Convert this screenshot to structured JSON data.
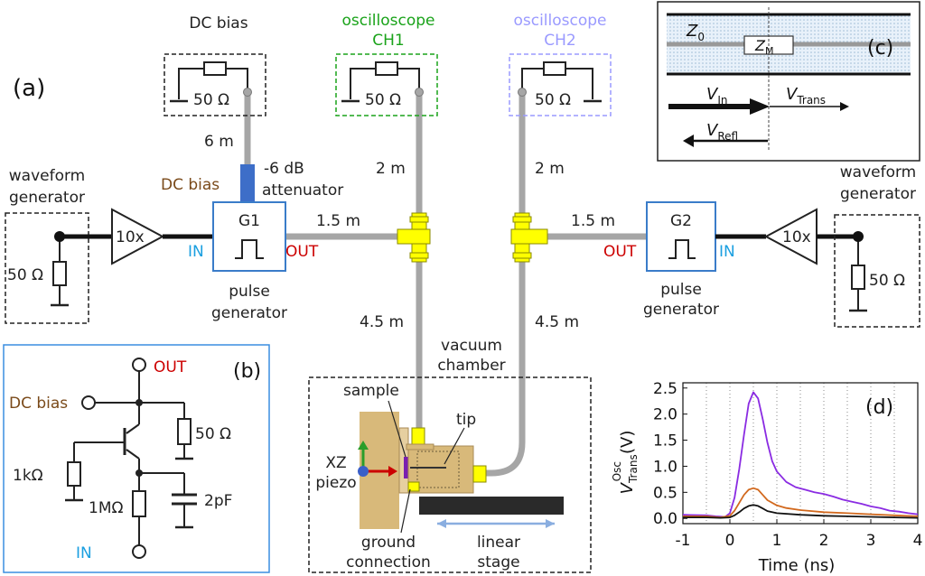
{
  "panel_labels": {
    "a": "(a)",
    "b": "(b)",
    "c": "(c)",
    "d": "(d)"
  },
  "colors": {
    "cable": "#a6a6a6",
    "connector": "#ffff00",
    "generator_box": "#3a7cc9",
    "green": "#1aa31a",
    "lavender": "#9a9aff",
    "red": "#cc0000",
    "cyan": "#1a9fe0",
    "brown": "#7a4a1a",
    "attenuator": "#3d6ec8",
    "sample_block": "#d8b97a",
    "stage": "#2a2a2a"
  },
  "panel_a": {
    "dc_bias_top": "DC bias",
    "osc_ch1_line1": "oscilloscope",
    "osc_ch1_line2": "CH1",
    "osc_ch2_line1": "oscilloscope",
    "osc_ch2_line2": "CH2",
    "resistor_50": "50 Ω",
    "len_6m": "6 m",
    "len_2m_left": "2 m",
    "len_2m_right": "2 m",
    "len_1_5m_left": "1.5 m",
    "len_1_5m_right": "1.5 m",
    "len_4_5m_left": "4.5 m",
    "len_4_5m_right": "4.5 m",
    "attenuator_value": "-6 dB",
    "attenuator_label": "attenuator",
    "dc_bias_side": "DC bias",
    "wf_gen_left_1": "waveform",
    "wf_gen_left_2": "generator",
    "wf_gen_right_1": "waveform",
    "wf_gen_right_2": "generator",
    "amp_gain": "10x",
    "g1": "G1",
    "g2": "G2",
    "in_label": "IN",
    "out_label": "OUT",
    "pulse_gen_1": "pulse",
    "pulse_gen_2": "generator",
    "vacuum_1": "vacuum",
    "vacuum_2": "chamber",
    "sample": "sample",
    "tip": "tip",
    "xz_1": "XZ",
    "xz_2": "piezo",
    "ground_1": "ground",
    "ground_2": "connection",
    "linear_1": "linear",
    "linear_2": "stage"
  },
  "panel_b": {
    "out": "OUT",
    "in": "IN",
    "dc_bias": "DC bias",
    "r50": "50 Ω",
    "r1k": "1kΩ",
    "r1m": "1MΩ",
    "c2p": "2pF"
  },
  "panel_c": {
    "z0": "Z",
    "z0_sub": "0",
    "zm": "Z",
    "zm_sub": "M",
    "v_in": "V",
    "v_in_sub": "In",
    "v_trans": "V",
    "v_trans_sub": "Trans",
    "v_refl": "V",
    "v_refl_sub": "Refl"
  },
  "chart_data": {
    "type": "line",
    "title": "",
    "xlabel": "Time (ns)",
    "ylabel": "V",
    "ylabel_sup": "Osc",
    "ylabel_sub": "Trans",
    "ylabel_unit": "(V)",
    "xlim": [
      -1,
      4
    ],
    "ylim": [
      -0.1,
      2.6
    ],
    "xticks": [
      -1,
      0,
      1,
      2,
      3,
      4
    ],
    "xtick_labels": [
      "-1",
      "0",
      "1",
      "2",
      "3",
      "4"
    ],
    "yticks": [
      0.0,
      0.5,
      1.0,
      1.5,
      2.0,
      2.5
    ],
    "ytick_labels": [
      "0.0",
      "0.5",
      "1.0",
      "1.5",
      "2.0",
      "2.5"
    ],
    "vertical_gridlines": [
      -0.5,
      0,
      0.5,
      1,
      1.5,
      2,
      2.5,
      3,
      3.5
    ],
    "series": [
      {
        "color": "#8a2be2",
        "x": [
          -1,
          -0.5,
          -0.3,
          -0.1,
          0.0,
          0.1,
          0.2,
          0.3,
          0.4,
          0.5,
          0.6,
          0.7,
          0.8,
          0.9,
          1.0,
          1.2,
          1.4,
          1.6,
          1.8,
          2.0,
          2.2,
          2.4,
          2.6,
          2.8,
          3.0,
          3.2,
          3.4,
          3.6,
          3.8,
          4.0
        ],
        "y": [
          0.07,
          0.06,
          0.04,
          0.03,
          0.1,
          0.4,
          0.95,
          1.6,
          2.2,
          2.42,
          2.3,
          1.9,
          1.45,
          1.1,
          0.9,
          0.7,
          0.6,
          0.55,
          0.5,
          0.47,
          0.42,
          0.36,
          0.32,
          0.28,
          0.23,
          0.2,
          0.15,
          0.13,
          0.1,
          0.08
        ]
      },
      {
        "color": "#d2691e",
        "x": [
          -1,
          -0.5,
          -0.2,
          0.0,
          0.1,
          0.2,
          0.3,
          0.4,
          0.5,
          0.6,
          0.7,
          0.8,
          1.0,
          1.2,
          1.5,
          2.0,
          2.5,
          3.0,
          3.5,
          4.0
        ],
        "y": [
          0.04,
          0.04,
          0.02,
          0.05,
          0.15,
          0.3,
          0.45,
          0.55,
          0.58,
          0.55,
          0.45,
          0.35,
          0.25,
          0.2,
          0.16,
          0.12,
          0.1,
          0.08,
          0.06,
          0.04
        ]
      },
      {
        "color": "#111111",
        "x": [
          -1,
          -0.5,
          -0.2,
          0.0,
          0.1,
          0.2,
          0.3,
          0.4,
          0.5,
          0.6,
          0.7,
          0.8,
          1.0,
          1.5,
          2.0,
          2.5,
          3.0,
          3.5,
          4.0
        ],
        "y": [
          0.02,
          0.02,
          0.01,
          0.02,
          0.06,
          0.12,
          0.19,
          0.24,
          0.26,
          0.24,
          0.19,
          0.14,
          0.1,
          0.07,
          0.05,
          0.04,
          0.03,
          0.02,
          0.01
        ]
      }
    ]
  }
}
